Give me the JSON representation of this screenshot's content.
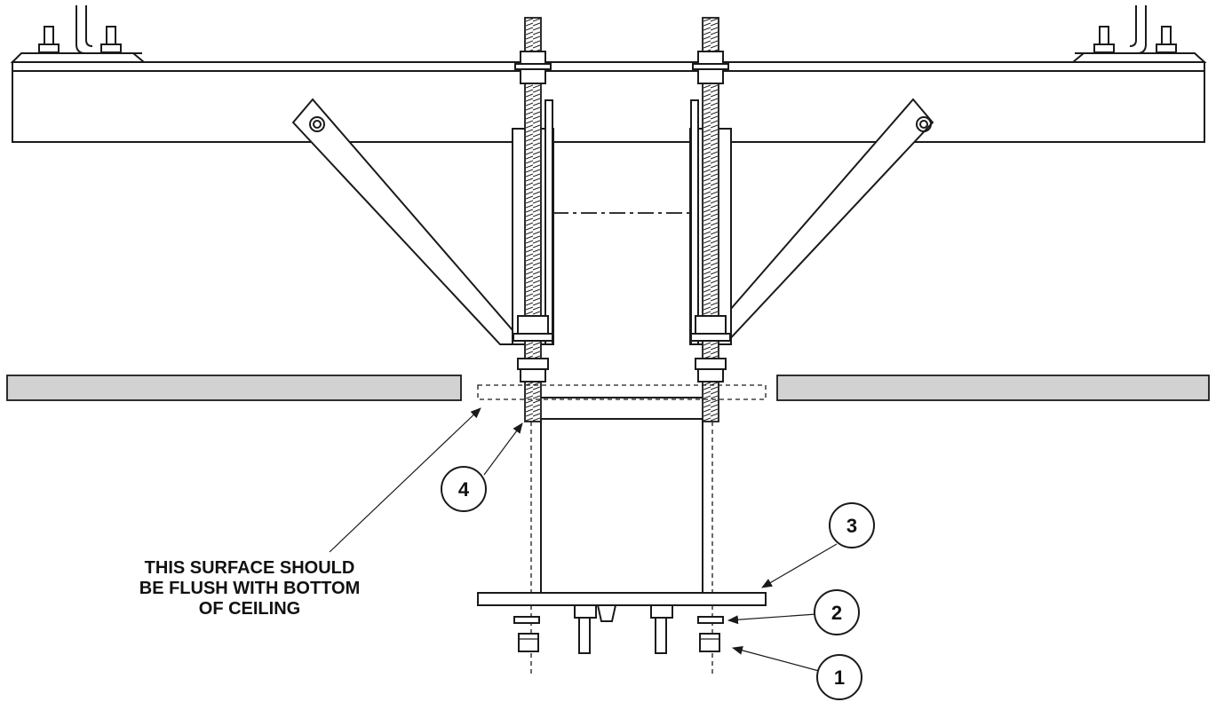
{
  "note": {
    "line1": "THIS SURFACE SHOULD",
    "line2": "BE FLUSH WITH BOTTOM",
    "line3": "OF CEILING"
  },
  "callouts": [
    {
      "id": "1",
      "label": "1"
    },
    {
      "id": "2",
      "label": "2"
    },
    {
      "id": "3",
      "label": "3"
    },
    {
      "id": "4",
      "label": "4"
    }
  ],
  "colors": {
    "line": "#1a1a1a",
    "ceiling_fill": "#d2d2d2",
    "background": "#ffffff"
  }
}
